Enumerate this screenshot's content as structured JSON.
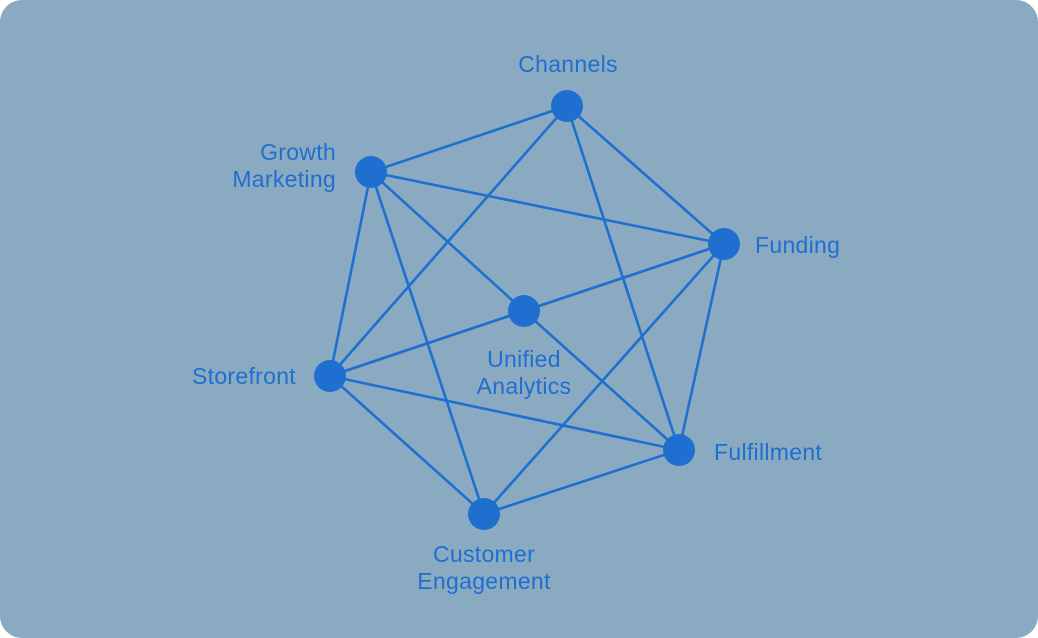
{
  "diagram": {
    "nodes": [
      {
        "id": "channels",
        "label_lines": [
          "Channels"
        ]
      },
      {
        "id": "growth_marketing",
        "label_lines": [
          "Growth",
          "Marketing"
        ]
      },
      {
        "id": "funding",
        "label_lines": [
          "Funding"
        ]
      },
      {
        "id": "unified_analytics",
        "label_lines": [
          "Unified",
          "Analytics"
        ]
      },
      {
        "id": "storefront",
        "label_lines": [
          "Storefront"
        ]
      },
      {
        "id": "fulfillment",
        "label_lines": [
          "Fulfillment"
        ]
      },
      {
        "id": "customer_engagement",
        "label_lines": [
          "Customer",
          "Engagement"
        ]
      }
    ],
    "edges": [
      [
        "channels",
        "growth_marketing"
      ],
      [
        "channels",
        "funding"
      ],
      [
        "channels",
        "storefront"
      ],
      [
        "channels",
        "fulfillment"
      ],
      [
        "growth_marketing",
        "funding"
      ],
      [
        "growth_marketing",
        "storefront"
      ],
      [
        "growth_marketing",
        "customer_engagement"
      ],
      [
        "growth_marketing",
        "unified_analytics"
      ],
      [
        "unified_analytics",
        "fulfillment"
      ],
      [
        "unified_analytics",
        "funding"
      ],
      [
        "unified_analytics",
        "storefront"
      ],
      [
        "funding",
        "storefront"
      ],
      [
        "funding",
        "fulfillment"
      ],
      [
        "funding",
        "customer_engagement"
      ],
      [
        "storefront",
        "fulfillment"
      ],
      [
        "storefront",
        "customer_engagement"
      ],
      [
        "customer_engagement",
        "fulfillment"
      ]
    ],
    "colors": {
      "background": "#8aaac1",
      "accent": "#1f6fd0"
    }
  }
}
